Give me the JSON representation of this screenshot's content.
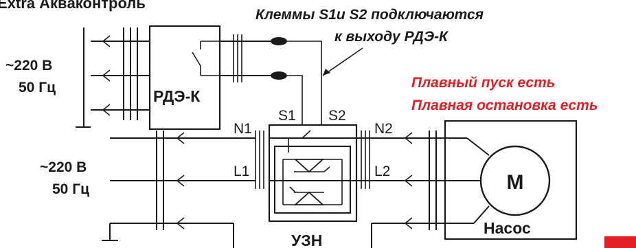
{
  "header": {
    "title": "Extra Аквaконтроль"
  },
  "note": {
    "line1": "Клеммы S1и S2 подключаются",
    "line2": "к выходу РДЭ-К"
  },
  "features": {
    "line1": "Плавный пуск есть",
    "line2": "Плавная остановка есть",
    "color": "#e31e24"
  },
  "supply_top": {
    "voltage": "~220 В",
    "freq": "50 Гц"
  },
  "supply_bottom": {
    "voltage": "~220 В",
    "freq": "50 Гц"
  },
  "relay": {
    "label": "РДЭ-К"
  },
  "uzn": {
    "label": "УЗН",
    "s1": "S1",
    "s2": "S2",
    "n1": "N1",
    "l1": "L1",
    "n2": "N2",
    "l2": "L2"
  },
  "pump": {
    "motor": "M",
    "label": "Насос"
  },
  "accent": {
    "corner": "#e31e24"
  }
}
